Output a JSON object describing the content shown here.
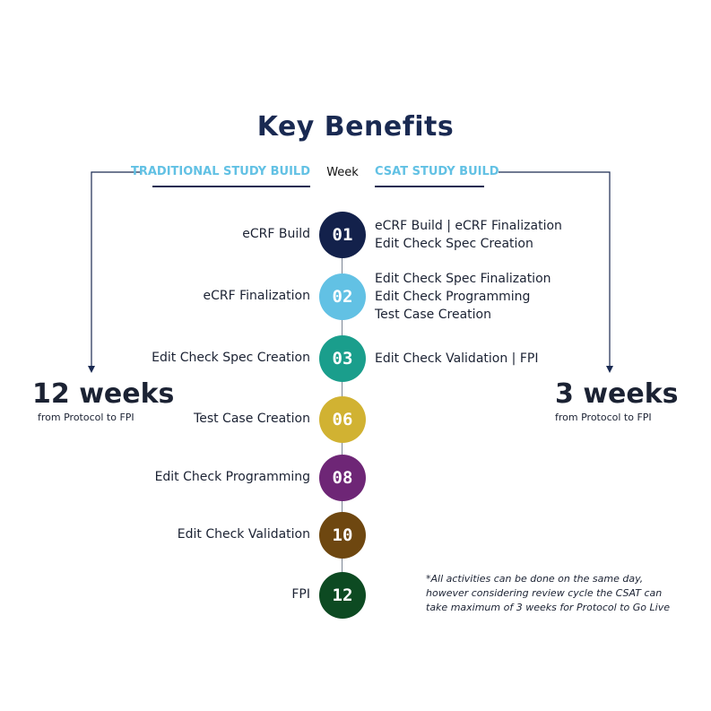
{
  "title": "Key Benefits",
  "headers": {
    "traditional": "TRADITIONAL STUDY BUILD",
    "week": "Week",
    "csat": "CSAT STUDY BUILD"
  },
  "summary": {
    "traditional": {
      "value": "12 weeks",
      "caption": "from Protocol to FPI"
    },
    "csat": {
      "value": "3 weeks",
      "caption": "from Protocol to FPI"
    }
  },
  "timeline": [
    {
      "week": "01",
      "color": "#13214b",
      "traditional": "eCRF Build",
      "csat": [
        "eCRF Build | eCRF Finalization",
        "Edit Check Spec Creation"
      ]
    },
    {
      "week": "02",
      "color": "#62c1e4",
      "traditional": "eCRF Finalization",
      "csat": [
        "Edit Check Spec Finalization",
        "Edit Check Programming",
        "Test Case Creation"
      ]
    },
    {
      "week": "03",
      "color": "#1a9e8c",
      "traditional": "Edit Check Spec Creation",
      "csat": [
        "Edit Check Validation | FPI"
      ]
    },
    {
      "week": "06",
      "color": "#d1b232",
      "traditional": "Test Case Creation",
      "csat": []
    },
    {
      "week": "08",
      "color": "#6e2676",
      "traditional": "Edit Check Programming",
      "csat": []
    },
    {
      "week": "10",
      "color": "#6e4710",
      "traditional": "Edit Check Validation",
      "csat": []
    },
    {
      "week": "12",
      "color": "#0d4a22",
      "traditional": "FPI",
      "csat": []
    }
  ],
  "footnote": "*All activities can be done on the same day, however considering review cycle the CSAT can take maximum of 3 weeks for Protocol to Go Live"
}
